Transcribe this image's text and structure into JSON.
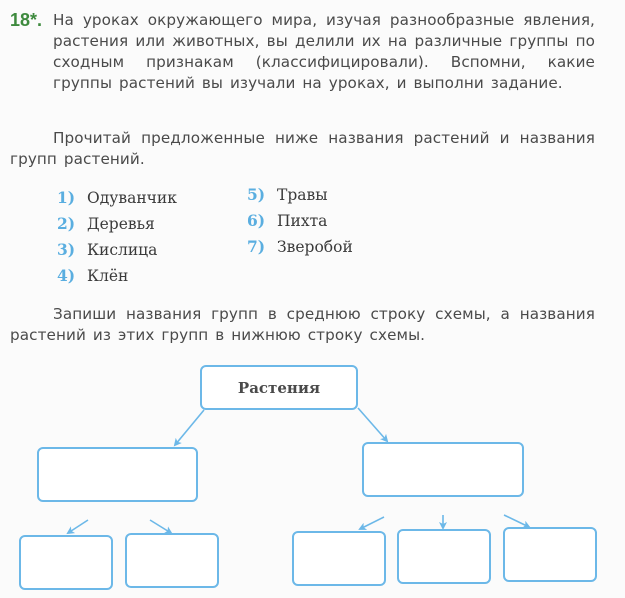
{
  "task": {
    "number": "18*.",
    "intro": "На уроках окружающего мира, изучая разнообразные явления, растения или животных, вы делили их на различные группы по сходным признакам (классифи­цировали). Вспомни, какие группы растений вы изуча­ли на уроках, и выполни задание.",
    "read_instruction": "Прочитай предложенные ниже названия растений и на­звания групп растений.",
    "items": [
      {
        "num": "1)",
        "text": "Одуванчик"
      },
      {
        "num": "2)",
        "text": "Деревья"
      },
      {
        "num": "3)",
        "text": "Кислица"
      },
      {
        "num": "4)",
        "text": "Клён"
      },
      {
        "num": "5)",
        "text": "Травы"
      },
      {
        "num": "6)",
        "text": "Пихта"
      },
      {
        "num": "7)",
        "text": "Зверобой"
      }
    ],
    "write_instruction": "Запиши названия групп в среднюю строку схемы, а на­звания растений из этих групп в нижнюю строку схемы."
  },
  "scheme": {
    "root_label": "Растения",
    "group_boxes": [
      "",
      ""
    ],
    "left_plant_boxes": [
      "",
      ""
    ],
    "right_plant_boxes": [
      "",
      "",
      ""
    ]
  },
  "colors": {
    "task_number": "#3e8a3e",
    "list_number": "#5aaee0",
    "box_border": "#6cb8e8",
    "text": "#4a4a4a"
  }
}
